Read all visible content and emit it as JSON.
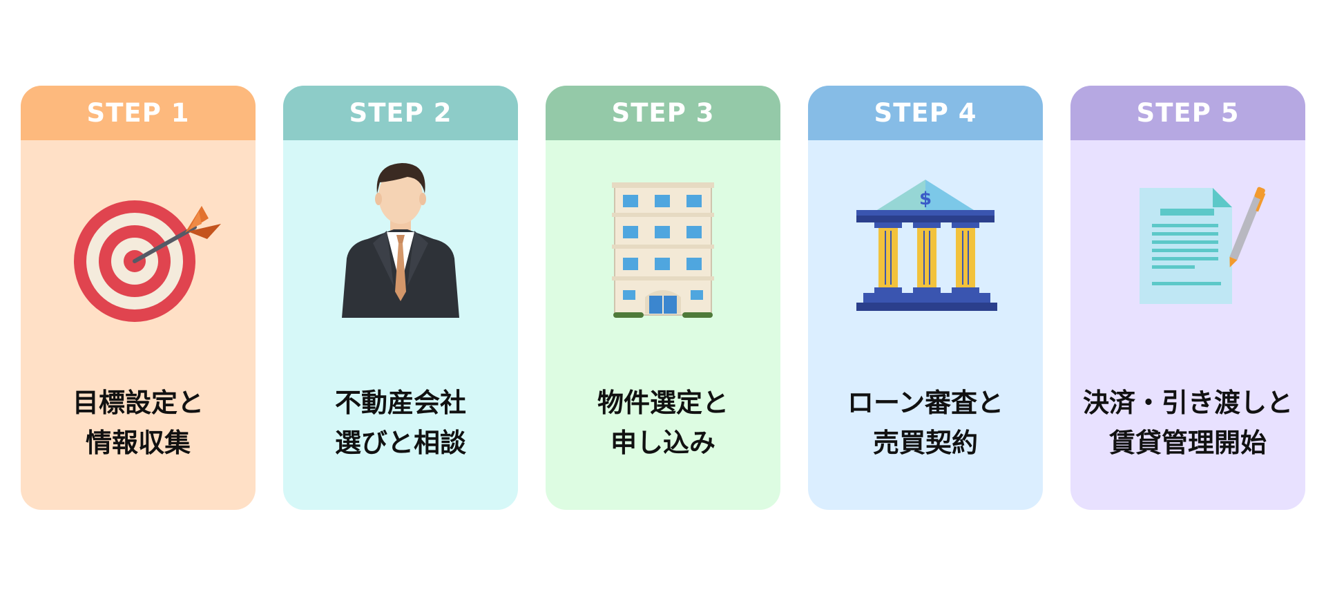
{
  "colors": {
    "step1_header": "#FDB97D",
    "step1_body": "#FFE0C6",
    "step2_header": "#8DCCC8",
    "step2_body": "#D6F8F8",
    "step3_header": "#94C9A8",
    "step3_body": "#DDFCE2",
    "step4_header": "#86BCE6",
    "step4_body": "#DBEEFF",
    "step5_header": "#B6A8E2",
    "step5_body": "#E8E1FF"
  },
  "steps": [
    {
      "header": "STEP 1",
      "icon": "target-arrow-icon",
      "label_lines": [
        "目標設定と",
        "情報収集"
      ]
    },
    {
      "header": "STEP 2",
      "icon": "businessman-icon",
      "label_lines": [
        "不動産会社",
        "選びと相談"
      ]
    },
    {
      "header": "STEP 3",
      "icon": "apartment-building-icon",
      "label_lines": [
        "物件選定と",
        "申し込み"
      ]
    },
    {
      "header": "STEP 4",
      "icon": "bank-icon",
      "label_lines": [
        "ローン審査と",
        "売買契約"
      ]
    },
    {
      "header": "STEP 5",
      "icon": "contract-pen-icon",
      "label_lines": [
        "決済・引き渡しと",
        "賃貸管理開始"
      ]
    }
  ],
  "bank_sign": "$"
}
